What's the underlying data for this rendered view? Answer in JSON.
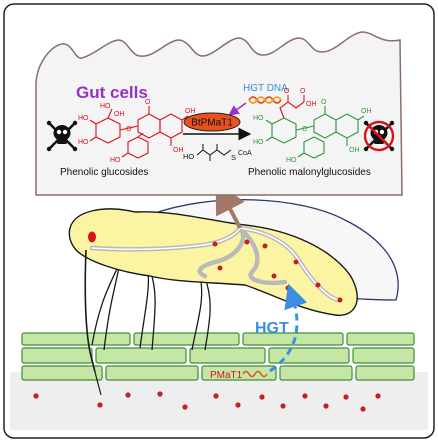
{
  "labels": {
    "gut_cells": "Gut cells",
    "hgt_dna": "HGT DNA",
    "enzyme": "BtPMaT1",
    "substrate": "Phenolic glucosides",
    "product": "Phenolic malonylglucosides",
    "hgt": "HGT",
    "plant_gene": "PMaT1",
    "coa_group": "S",
    "coa_suffix": "CoA",
    "atoms": {
      "ho": "HO",
      "oh": "OH",
      "o": "O"
    }
  },
  "colors": {
    "gut_cells_text": "#9b30c8",
    "hgt_dna_text": "#3a8fe0",
    "hgt_text": "#3a8fe0",
    "enzyme_fill": "#e8521f",
    "substrate_structure": "#d8141a",
    "product_structure": "#2e9a3a",
    "malonyl_group": "#d8141a",
    "insect_body": "#fbf5a3",
    "plant_cell_fill": "#c6e6a6",
    "plant_cell_stroke": "#3f8e3a",
    "phloem_dots": "#c71f1f",
    "gut_panel_fill": "#f4f4f4",
    "gut_panel_stroke": "#8a6f64",
    "arrow_brown": "#a47868"
  },
  "icons": [
    "skull-crossbones-icon",
    "skull-crossbones-no-entry-icon",
    "dna-helix-icon"
  ]
}
